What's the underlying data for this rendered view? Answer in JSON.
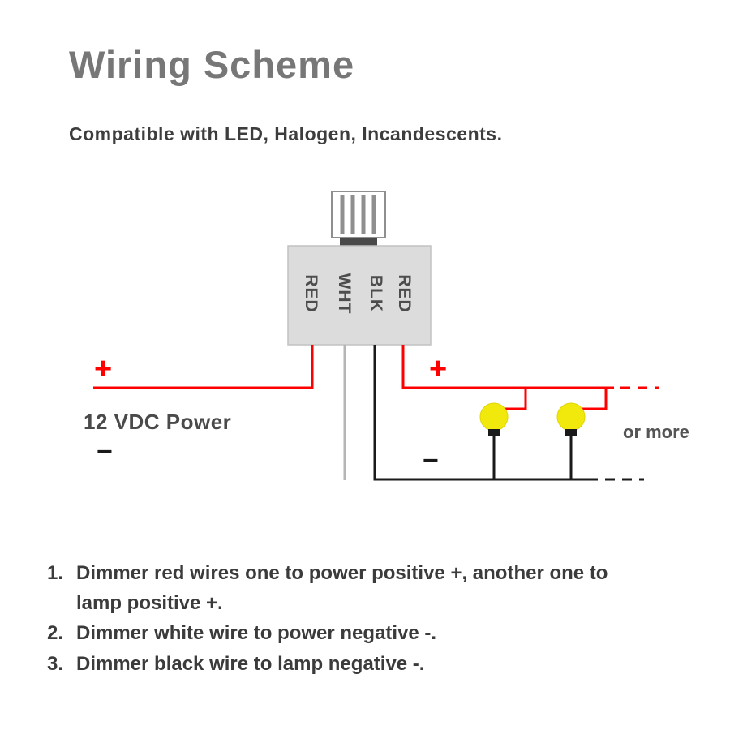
{
  "title": "Wiring Scheme",
  "subtitle": "Compatible with LED, Halogen, Incandescents.",
  "diagram": {
    "wire_labels": [
      "RED",
      "WHT",
      "BLK",
      "RED"
    ],
    "power_label": "12 VDC Power",
    "plus_left": "+",
    "minus_left": "−",
    "plus_right": "+",
    "minus_right": "−",
    "or_more": "or more",
    "colors": {
      "red_wire": "#ff0000",
      "white_wire": "#b5b5b5",
      "black_wire": "#1a1a1a",
      "lamp_yellow": "#f2e90c",
      "box_fill": "#dcdcdc",
      "box_stroke": "#c2c2c2",
      "connector_stripe": "#8f8f8f",
      "connector_base": "#4a4a4a"
    }
  },
  "notes": [
    {
      "num": "1.",
      "text": "Dimmer red wires one to power positive +,  another one to lamp positive +."
    },
    {
      "num": "2.",
      "text": "Dimmer white wire to power negative -."
    },
    {
      "num": "3.",
      "text": "Dimmer black wire to lamp negative -."
    }
  ]
}
